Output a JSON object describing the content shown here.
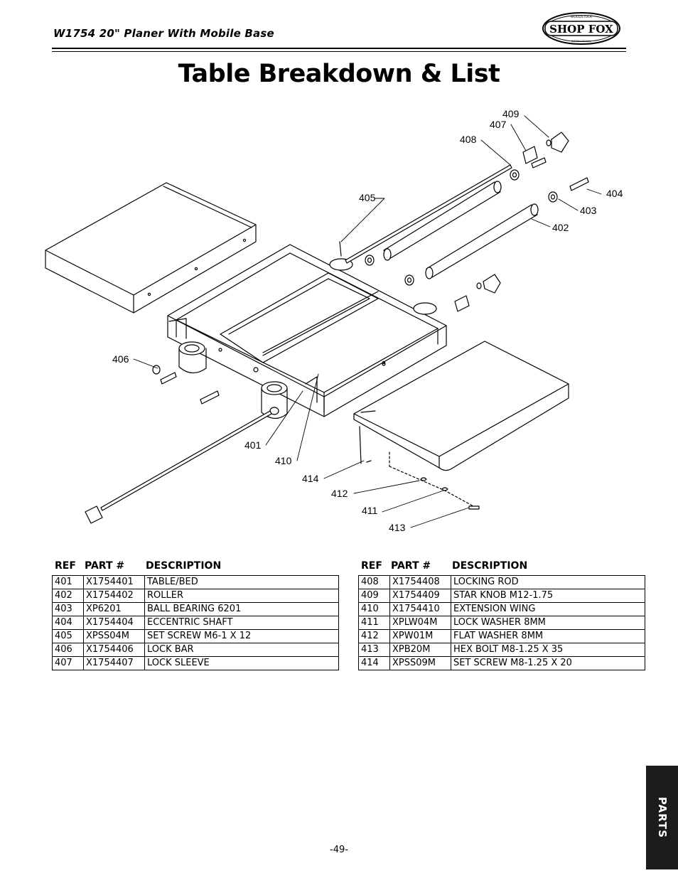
{
  "header": {
    "title": "W1754 20\" Planer With Mobile Base",
    "logo_text": "SHOP FOX",
    "logo_arc_text": "WOODSTOCK"
  },
  "page_title": "Table Breakdown & List",
  "diagram": {
    "callouts": [
      "401",
      "402",
      "403",
      "404",
      "405",
      "406",
      "407",
      "408",
      "409",
      "410",
      "411",
      "412",
      "413",
      "414"
    ]
  },
  "table_headers": {
    "ref": "REF",
    "part": "PART #",
    "desc": "DESCRIPTION"
  },
  "tables": [
    {
      "rows": [
        {
          "ref": "401",
          "part": "X1754401",
          "desc": "TABLE/BED"
        },
        {
          "ref": "402",
          "part": "X1754402",
          "desc": "ROLLER"
        },
        {
          "ref": "403",
          "part": "XP6201",
          "desc": "BALL BEARING 6201"
        },
        {
          "ref": "404",
          "part": "X1754404",
          "desc": "ECCENTRIC SHAFT"
        },
        {
          "ref": "405",
          "part": "XPSS04M",
          "desc": "SET SCREW M6-1 X 12"
        },
        {
          "ref": "406",
          "part": "X1754406",
          "desc": "LOCK BAR"
        },
        {
          "ref": "407",
          "part": "X1754407",
          "desc": "LOCK SLEEVE"
        }
      ]
    },
    {
      "rows": [
        {
          "ref": "408",
          "part": "X1754408",
          "desc": "LOCKING ROD"
        },
        {
          "ref": "409",
          "part": "X1754409",
          "desc": "STAR KNOB M12-1.75"
        },
        {
          "ref": "410",
          "part": "X1754410",
          "desc": "EXTENSION WING"
        },
        {
          "ref": "411",
          "part": "XPLW04M",
          "desc": "LOCK WASHER 8MM"
        },
        {
          "ref": "412",
          "part": "XPW01M",
          "desc": "FLAT WASHER 8MM"
        },
        {
          "ref": "413",
          "part": "XPB20M",
          "desc": "HEX BOLT M8-1.25 X 35"
        },
        {
          "ref": "414",
          "part": "XPSS09M",
          "desc": "SET SCREW M8-1.25 X 20"
        }
      ]
    }
  ],
  "side_tab": "PARTS",
  "page_number": "-49-"
}
